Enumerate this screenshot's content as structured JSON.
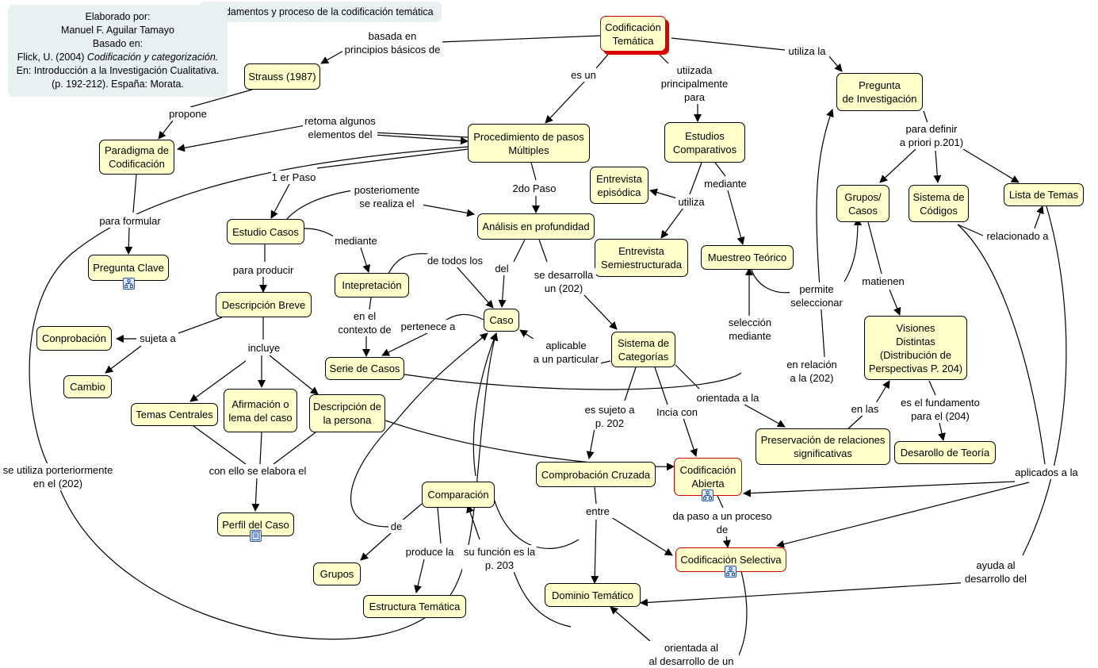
{
  "title": "Fundamentos y proceso de la codificación temática",
  "info": {
    "l1": "Elaborado por:",
    "l2": "Manuel F. Aguilar Tamayo",
    "l3": "Basado en:",
    "l4a": "Flick, U. (2004) ",
    "l4b": "Codificación y categorización.",
    "l5": "En: Introducción a la Investigación Cualitativa.",
    "l6": "(p. 192-212). España: Morata."
  },
  "nodes": {
    "cod_tematica": "Codificación\nTemática",
    "strauss": "Strauss (1987)",
    "paradigma": "Paradigma de\nCodificación",
    "pregunta_clave": "Pregunta Clave",
    "procedimiento": "Procedimiento de pasos\nMúltiples",
    "estudios_comp": "Estudios\nComparativos",
    "pregunta_inv": "Pregunta\nde Investigación",
    "estudio_casos": "Estudio Casos",
    "analisis": "Análisis en profundidad",
    "entrevista_ep": "Entrevista\nepisódica",
    "entrevista_semi": "Entrevista\nSemiestructurada",
    "muestreo": "Muestreo Teórico",
    "grupos_casos": "Grupos/\nCasos",
    "sistema_codigos": "Sistema de\nCódigos",
    "lista_temas": "Lista de Temas",
    "descripcion_breve": "Descripción Breve",
    "interpretacion": "Intepretación",
    "caso": "Caso",
    "conprobacion": "Conprobación",
    "cambio": "Cambio",
    "serie_casos": "Serie de Casos",
    "sistema_categorias": "Sistema de\nCategorías",
    "visiones": "Visiones\nDistintas\n(Distribución de\nPerspectivas P. 204)",
    "temas_centrales": "Temas Centrales",
    "afirmacion": "Afirmación o\nlema del caso",
    "descripcion_persona": "Descripción de\nla persona",
    "preservacion": "Preservación de relaciones\nsignificativas",
    "desarrollo_teoria": "Desarollo de Teoría",
    "comprobacion_cruzada": "Comprobación Cruzada",
    "cod_abierta": "Codificación\nAbierta",
    "comparacion": "Comparación",
    "perfil": "Perfil del Caso",
    "cod_selectiva": "Codificación Selectiva",
    "grupos": "Grupos",
    "dominio": "Dominio Temático",
    "estructura": "Estructura Temática"
  },
  "labels": {
    "basada": "basada en\nprincipios básicos de",
    "propone": "propone",
    "retoma": "retoma algunos\nelementos del",
    "es_un": "es un",
    "utilizada": "utiizada\nprincipalmente\npara",
    "utiliza_la": "utiliza la",
    "para_formular": "para formular",
    "primer_paso": "1 er Paso",
    "posteriormente": "posteriomente\nse realiza el",
    "segundo_paso": "2do Paso",
    "utiliza": "utiliza",
    "mediante_muestreo": "mediante",
    "para_definir": "para definir\na priori p.201)",
    "relacionado": "relacionado a",
    "mediante_int": "mediante",
    "de_todos": "de todos los",
    "del": "del",
    "se_desarrolla": "se desarrolla\nun (202)",
    "para_producir": "para producir",
    "permite": "permite\nseleccionar",
    "matienen": "matienen",
    "en_el_contexto": "en el\ncontexto de",
    "pertenece": "pertenece a",
    "aplicable": "aplicable\na un particular",
    "seleccion": "selección\nmediante",
    "sujeta": "sujeta a",
    "incluye": "incluye",
    "en_relacion": "en relación\na la (202)",
    "orientada_la": "orientada a la",
    "es_sujeto": "es sujeto a\np. 202",
    "incia": "Incia con",
    "en_las": "en las",
    "es_fundamento": "es el fundamento\npara el (204)",
    "se_utiliza": "se utiliza porteriormente\nen el (202)",
    "con_ello": "con ello se elabora el",
    "aplicados": "aplicados a la",
    "entre": "entre",
    "da_paso": "da paso a un proceso de",
    "de": "de",
    "produce": "produce la",
    "su_funcion": "su función es la\np. 203",
    "ayuda": "ayuda al\ndesarrollo del",
    "orientada_al": "orientada al\nal desarrollo de un"
  },
  "badges": [
    "hierarchy-icon",
    "document-icon"
  ]
}
